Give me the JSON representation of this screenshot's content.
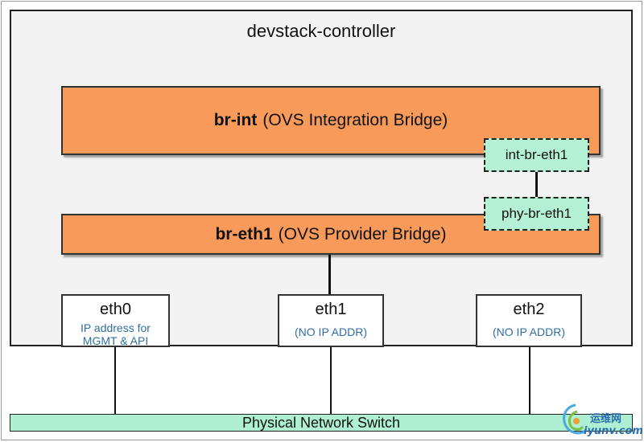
{
  "host": {
    "title": "devstack-controller"
  },
  "bridges": {
    "br_int": {
      "name": "br-int",
      "desc": "(OVS Integration Bridge)"
    },
    "br_eth1": {
      "name": "br-eth1",
      "desc": "(OVS Provider Bridge)"
    }
  },
  "patch_ports": {
    "int_br_eth1": "int-br-eth1",
    "phy_br_eth1": "phy-br-eth1"
  },
  "nics": [
    {
      "name": "eth0",
      "note_line1": "IP address for",
      "note_line2": "MGMT & API"
    },
    {
      "name": "eth1",
      "note": "(NO IP ADDR)"
    },
    {
      "name": "eth2",
      "note": "(NO IP ADDR)"
    }
  ],
  "switch": {
    "label": "Physical Network Switch"
  },
  "watermark": {
    "line1": "运维网",
    "line2": "iyunv.com"
  },
  "colors": {
    "bridge": "#f79a5a",
    "patch_port": "#b4f0d3",
    "switch": "#aef0d1",
    "host_bg": "#f3f3f3",
    "nic_note": "#2f6ea5"
  }
}
